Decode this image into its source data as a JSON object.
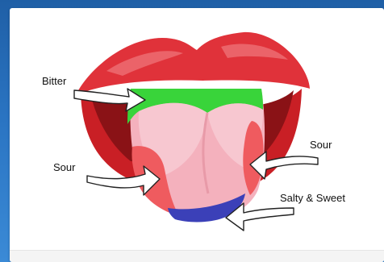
{
  "labels": {
    "bitter": "Bitter",
    "sour_left": "Sour",
    "sour_right": "Sour",
    "salty_sweet": "Salty & Sweet"
  },
  "colors": {
    "lips": "#d92b2f",
    "lip_shadow": "#a8181c",
    "mouth_interior": "#7a0f12",
    "tongue_base": "#f4b1bd",
    "tongue_highlight": "#f7c7d0",
    "bitter_zone": "#39d43a",
    "sour_zone": "#ef5b5f",
    "salty_sweet_zone": "#3b40b8",
    "arrow_fill": "#ffffff",
    "arrow_stroke": "#222222"
  }
}
